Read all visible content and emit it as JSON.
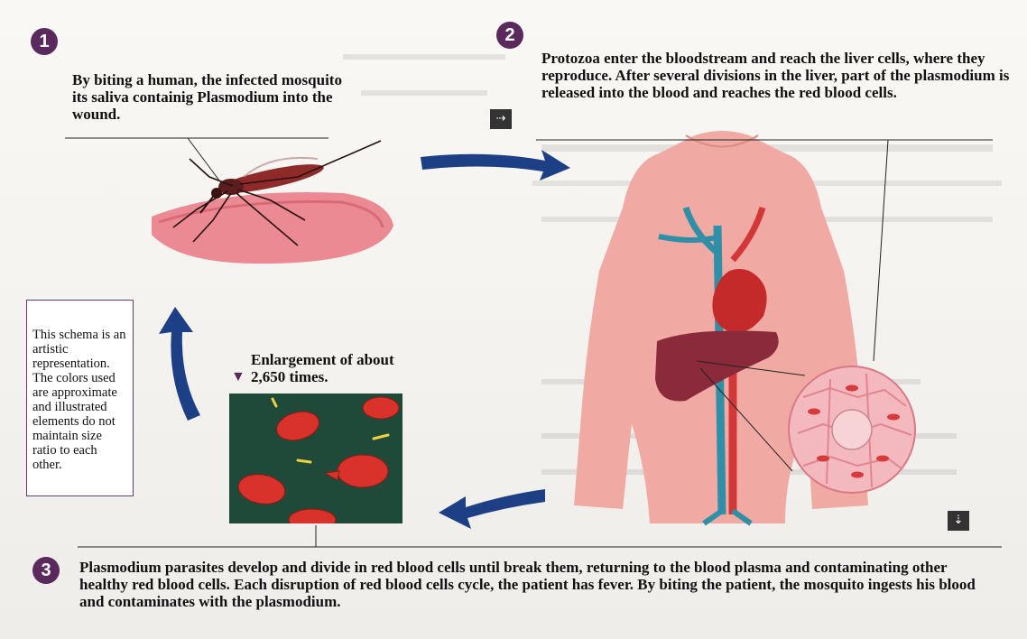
{
  "steps": [
    {
      "number": "1",
      "text": "By biting a human, the infected mosquito its saliva containig Plasmodium into the wound."
    },
    {
      "number": "2",
      "text": "Protozoa enter the bloodstream and reach the liver cells, where they reproduce. After several divisions in the liver, part of the plasmodium is released into the blood and reaches the red blood cells."
    },
    {
      "number": "3",
      "text": "Plasmodium parasites develop and divide in red blood cells until break them, returning to the blood plasma and contaminating other healthy red blood cells. Each disruption of red blood cells cycle, the patient has fever. By biting the patient, the mosquito ingests his blood and contaminates with the plasmodium."
    }
  ],
  "note": "This schema is an artistic representation. The colors used are approximate and illustrated elements do not maintain size ratio to each other.",
  "enlargement": {
    "marker": "▼",
    "text": "Enlargement of about 2,650 times."
  },
  "icons": {
    "arrow_right": "⇢",
    "arrow_down": "⇣"
  },
  "colors": {
    "badge": "#5a2a5e",
    "cycle_arrow": "#1d3f86",
    "skin": "#f1a9a3",
    "blood_cell": "#d8322a",
    "liver": "#8b2a3a"
  }
}
